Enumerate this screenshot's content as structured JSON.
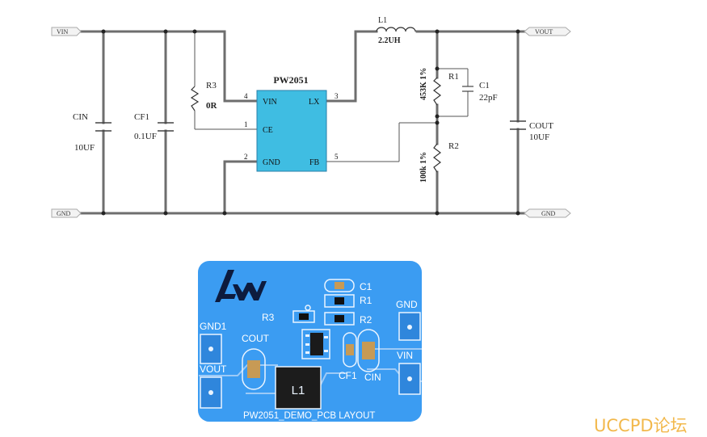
{
  "schematic": {
    "ports": {
      "vin": "VIN",
      "vout": "VOUT",
      "gnd_left": "GND",
      "gnd_right": "GND"
    },
    "ic": {
      "name": "PW2051",
      "pins": {
        "vin": "VIN",
        "ce": "CE",
        "gnd": "GND",
        "lx": "LX",
        "fb": "FB",
        "n4": "4",
        "n1": "1",
        "n2": "2",
        "n3": "3",
        "n5": "5"
      }
    },
    "components": {
      "r3": {
        "ref": "R3",
        "value": "0R"
      },
      "cin": {
        "ref": "CIN",
        "value": "10UF"
      },
      "cf1": {
        "ref": "CF1",
        "value": "0.1UF"
      },
      "l1": {
        "ref": "L1",
        "value": "2.2UH"
      },
      "r1": {
        "ref": "R1",
        "value": "453K  1%"
      },
      "c1": {
        "ref": "C1",
        "value": "22pF"
      },
      "r2": {
        "ref": "R2",
        "value": "100k  1%"
      },
      "cout": {
        "ref": "COUT",
        "value": "10UF"
      }
    }
  },
  "pcb": {
    "title": "PW2051_DEMO_PCB LAYOUT",
    "labels": {
      "c1": "C1",
      "r1": "R1",
      "r2": "R2",
      "r3": "R3",
      "gnd": "GND",
      "vin": "VIN",
      "gnd1": "GND1",
      "vout": "VOUT",
      "cout": "COUT",
      "cf1": "CF1",
      "cin": "CIN",
      "l1": "L1"
    },
    "colors": {
      "board": "#3b9cf2",
      "trace": "#2f86dc",
      "silk": "#ffffff",
      "ic": "#1a1a1a"
    }
  },
  "watermark": "UCCPD论坛"
}
